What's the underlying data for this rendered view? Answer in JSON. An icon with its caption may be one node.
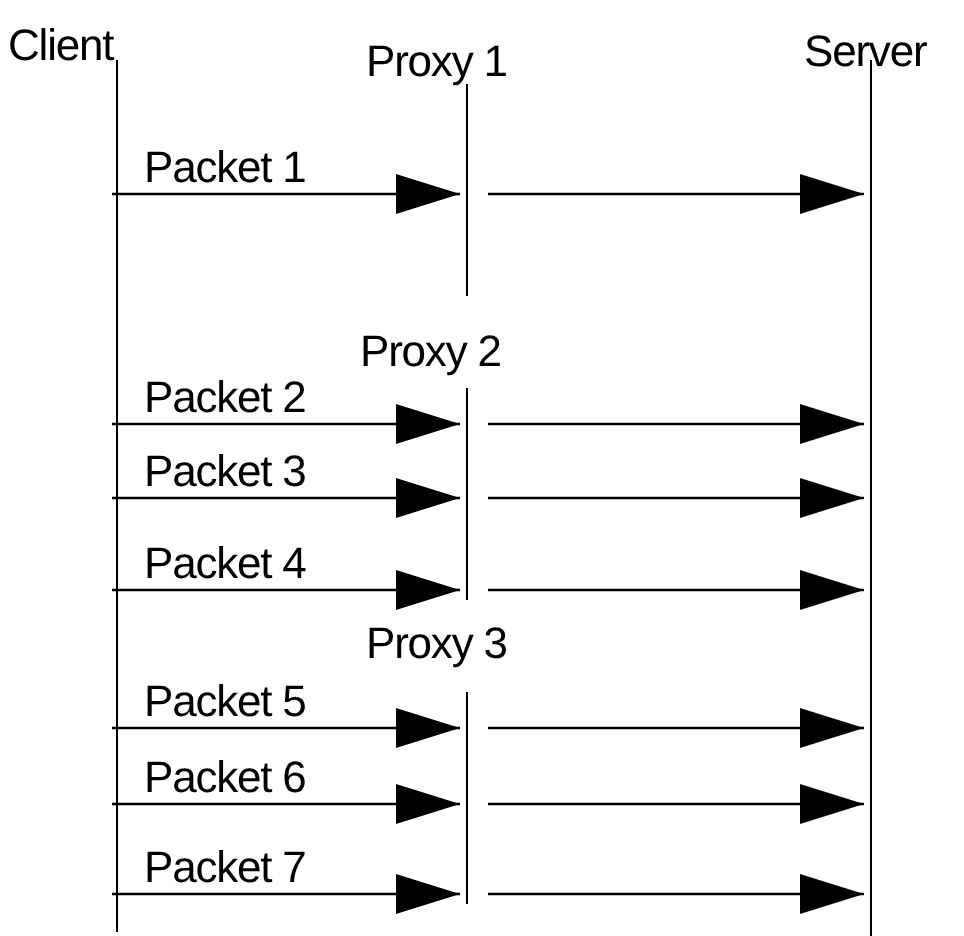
{
  "diagram": {
    "nodes": [
      {
        "text": [
          "Client"
        ]
      },
      {
        "text": [
          "Proxy 1"
        ]
      },
      {
        "text": [
          "Proxy 2"
        ]
      },
      {
        "text": [
          "Proxy 3"
        ]
      },
      {
        "text": [
          "Server"
        ]
      }
    ],
    "edges": [
      {
        "from": 0,
        "to": 1,
        "arrow": "to",
        "label": "Packet 1"
      },
      {
        "from": 1,
        "to": 4,
        "arrow": "to"
      },
      {
        "from": 0,
        "to": 2,
        "arrow": "to",
        "label": "Packet 2"
      },
      {
        "from": 2,
        "to": 4,
        "arrow": "to"
      },
      {
        "from": 0,
        "to": 2,
        "arrow": "to",
        "label": "Packet 3"
      },
      {
        "from": 2,
        "to": 4,
        "arrow": "to"
      },
      {
        "from": 0,
        "to": 2,
        "arrow": "to",
        "label": "Packet 4"
      },
      {
        "from": 2,
        "to": 4,
        "arrow": "to"
      },
      {
        "from": 0,
        "to": 3,
        "arrow": "to",
        "label": "Packet 5"
      },
      {
        "from": 3,
        "to": 4,
        "arrow": "to"
      },
      {
        "from": 0,
        "to": 3,
        "arrow": "to",
        "label": "Packet 6"
      },
      {
        "from": 3,
        "to": 4,
        "arrow": "to"
      },
      {
        "from": 0,
        "to": 3,
        "arrow": "to",
        "label": "Packet 7"
      },
      {
        "from": 3,
        "to": 4,
        "arrow": "to"
      }
    ]
  }
}
